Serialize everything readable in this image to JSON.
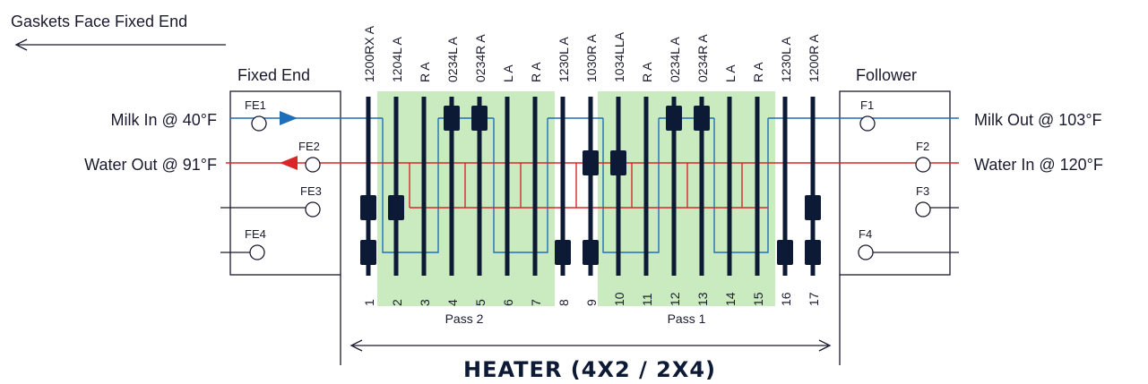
{
  "direction_label": "Gaskets Face Fixed End",
  "fixed_end": {
    "title": "Fixed End",
    "ports": [
      {
        "name": "FE1",
        "stream": "Milk In @ 40°F"
      },
      {
        "name": "FE2",
        "stream": "Water Out @ 91°F"
      },
      {
        "name": "FE3",
        "stream": ""
      },
      {
        "name": "FE4",
        "stream": ""
      }
    ]
  },
  "follower": {
    "title": "Follower",
    "ports": [
      {
        "name": "F1",
        "stream": "Milk Out @ 103°F"
      },
      {
        "name": "F2",
        "stream": "Water In @ 120°F"
      },
      {
        "name": "F3",
        "stream": ""
      },
      {
        "name": "F4",
        "stream": ""
      }
    ]
  },
  "plates": [
    {
      "num": "1",
      "type": "1200RX A"
    },
    {
      "num": "2",
      "type": "1204L A"
    },
    {
      "num": "3",
      "type": "R A"
    },
    {
      "num": "4",
      "type": "0234L A"
    },
    {
      "num": "5",
      "type": "0234R A"
    },
    {
      "num": "6",
      "type": "L A"
    },
    {
      "num": "7",
      "type": "R A"
    },
    {
      "num": "8",
      "type": "1230L A"
    },
    {
      "num": "9",
      "type": "1030R A"
    },
    {
      "num": "10",
      "type": "1034LLA"
    },
    {
      "num": "11",
      "type": "R A"
    },
    {
      "num": "12",
      "type": "0234L A"
    },
    {
      "num": "13",
      "type": "0234R A"
    },
    {
      "num": "14",
      "type": "L A"
    },
    {
      "num": "15",
      "type": "R A"
    },
    {
      "num": "16",
      "type": "1230L A"
    },
    {
      "num": "17",
      "type": "1200R A"
    }
  ],
  "passes": [
    {
      "label": "Pass 2",
      "from_plate": 2,
      "to_plate": 7
    },
    {
      "label": "Pass 1",
      "from_plate": 10,
      "to_plate": 15
    }
  ],
  "heater_label": "HEATER (4X2 / 2X4)",
  "colors": {
    "milk": "#1f6fb8",
    "water": "#d8262b",
    "plate": "#0d1a36",
    "pass_fill": "#c9ebbf",
    "frame": "#1a1a2e"
  }
}
